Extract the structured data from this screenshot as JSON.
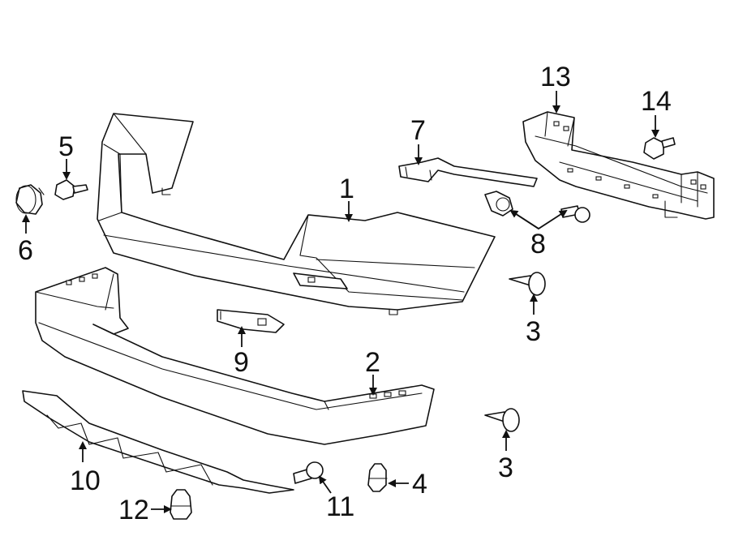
{
  "diagram": {
    "background_color": "#ffffff",
    "line_color": "#111111",
    "callouts": [
      {
        "id": "c1",
        "label": "1"
      },
      {
        "id": "c2",
        "label": "2"
      },
      {
        "id": "c3a",
        "label": "3"
      },
      {
        "id": "c3b",
        "label": "3"
      },
      {
        "id": "c4",
        "label": "4"
      },
      {
        "id": "c5",
        "label": "5"
      },
      {
        "id": "c6",
        "label": "6"
      },
      {
        "id": "c7",
        "label": "7"
      },
      {
        "id": "c8",
        "label": "8"
      },
      {
        "id": "c9",
        "label": "9"
      },
      {
        "id": "c10",
        "label": "10"
      },
      {
        "id": "c11",
        "label": "11"
      },
      {
        "id": "c12",
        "label": "12"
      },
      {
        "id": "c13",
        "label": "13"
      },
      {
        "id": "c14",
        "label": "14"
      }
    ]
  }
}
